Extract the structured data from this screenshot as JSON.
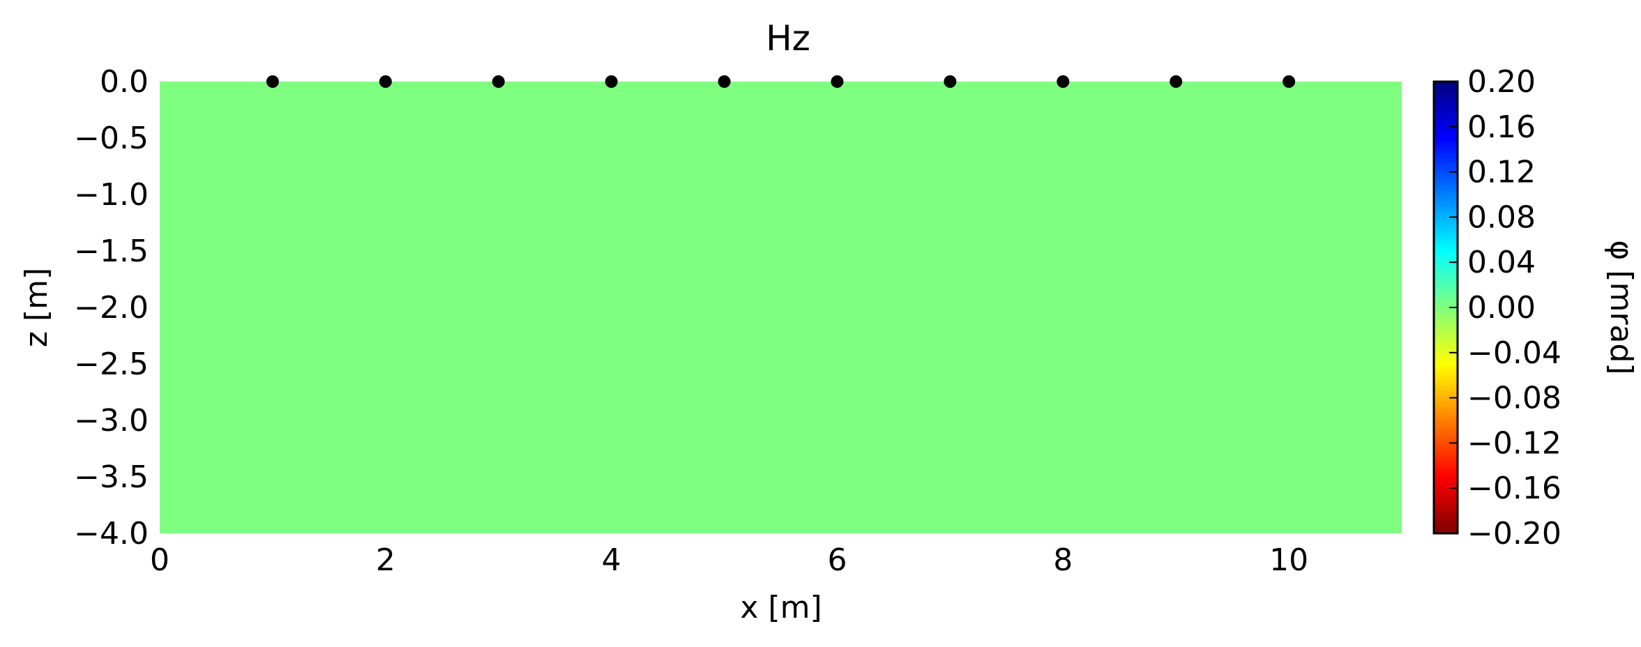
{
  "chart_data": {
    "type": "heatmap",
    "title": "Hz",
    "xlabel": "x [m]",
    "ylabel": "z [m]",
    "xlim": [
      0,
      11
    ],
    "ylim": [
      -4.0,
      0.0
    ],
    "grid": false,
    "field_value": 0.0,
    "x_ticks": [
      0,
      2,
      4,
      6,
      8,
      10
    ],
    "x_tick_labels": [
      "0",
      "2",
      "4",
      "6",
      "8",
      "10"
    ],
    "y_ticks": [
      0.0,
      -0.5,
      -1.0,
      -1.5,
      -2.0,
      -2.5,
      -3.0,
      -3.5,
      -4.0
    ],
    "y_tick_labels": [
      "0.0",
      "−0.5",
      "−1.0",
      "−1.5",
      "−2.0",
      "−2.5",
      "−3.0",
      "−3.5",
      "−4.0"
    ],
    "electrodes": {
      "x": [
        1,
        2,
        3,
        4,
        5,
        6,
        7,
        8,
        9,
        10
      ],
      "z": [
        0,
        0,
        0,
        0,
        0,
        0,
        0,
        0,
        0,
        0
      ]
    },
    "colorbar": {
      "label": "φ [mrad]",
      "colormap": "jet_reversed",
      "range": [
        -0.2,
        0.2
      ],
      "ticks": [
        0.2,
        0.16,
        0.12,
        0.08,
        0.04,
        0.0,
        -0.04,
        -0.08,
        -0.12,
        -0.16,
        -0.2
      ],
      "tick_labels": [
        "0.20",
        "0.16",
        "0.12",
        "0.08",
        "0.04",
        "0.00",
        "−0.04",
        "−0.08",
        "−0.12",
        "−0.16",
        "−0.20"
      ],
      "colors": [
        "#00007f",
        "#0000ff",
        "#007fff",
        "#00ffff",
        "#7fff7f",
        "#ffff00",
        "#ff7f00",
        "#ff0000",
        "#7f0000"
      ]
    },
    "field_color": "#7fff7f",
    "marker_color": "#000000"
  }
}
